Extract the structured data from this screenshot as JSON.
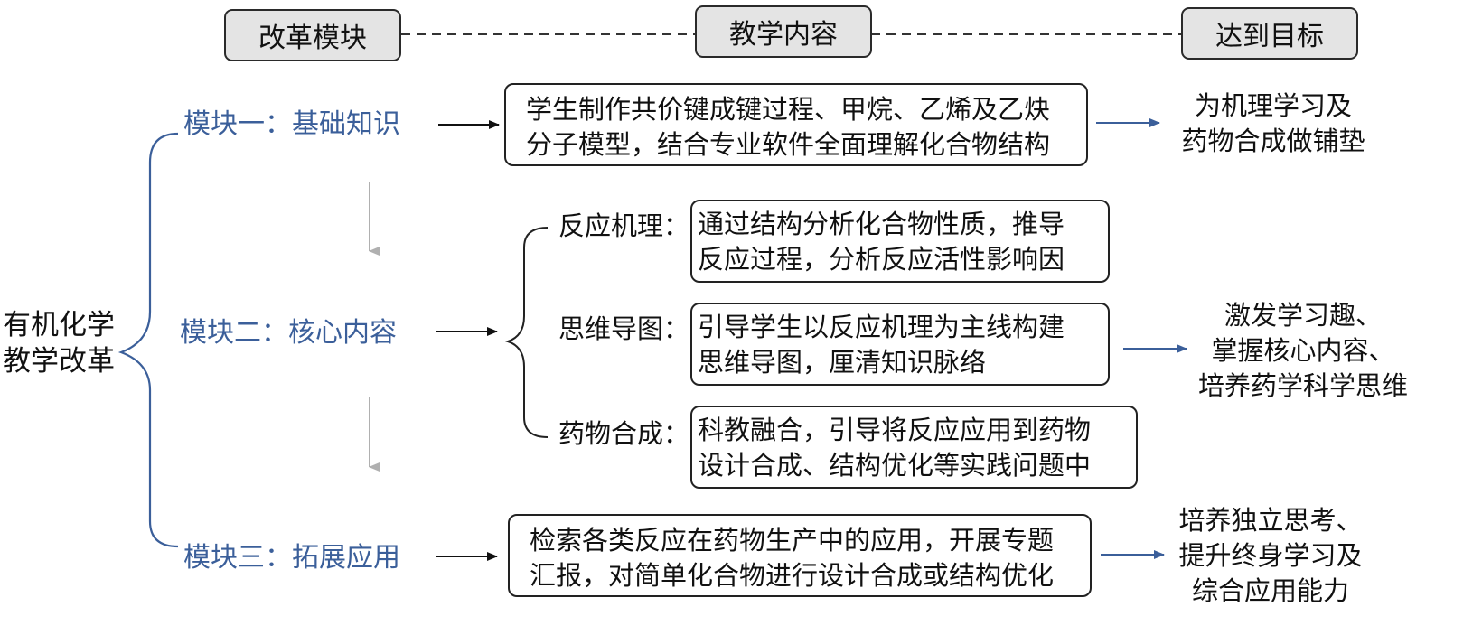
{
  "headers": {
    "module": "改革模块",
    "content": "教学内容",
    "goal": "达到目标"
  },
  "root": {
    "line1": "有机化学",
    "line2": "教学改革"
  },
  "modules": {
    "m1": "模块一：基础知识",
    "m2": "模块二：核心内容",
    "m3": "模块三：拓展应用"
  },
  "module1": {
    "content_line1": "学生制作共价键成键过程、甲烷、乙烯及乙炔",
    "content_line2": "分子模型，结合专业软件全面理解化合物结构",
    "goal_line1": "为机理学习及",
    "goal_line2": "药物合成做铺垫"
  },
  "module2": {
    "items": [
      {
        "label": "反应机理：",
        "line1": "通过结构分析化合物性质，推导",
        "line2": "反应过程，分析反应活性影响因"
      },
      {
        "label": "思维导图：",
        "line1": "引导学生以反应机理为主线构建",
        "line2": "思维导图，厘清知识脉络"
      },
      {
        "label": "药物合成：",
        "line1": "科教融合，引导将反应应用到药物",
        "line2": "设计合成、结构优化等实践问题中"
      }
    ],
    "goal_line1": "激发学习趣、",
    "goal_line2": "掌握核心内容、",
    "goal_line3": "培养药学科学思维"
  },
  "module3": {
    "content_line1": "检索各类反应在药物生产中的应用，开展专题",
    "content_line2": "汇报，对简单化合物进行设计合成或结构优化",
    "goal_line1": "培养独立思考、",
    "goal_line2": "提升终身学习及",
    "goal_line3": "综合应用能力"
  },
  "colors": {
    "module_text": "#3b5f9a",
    "blue_arrow": "#3b5f9a",
    "gray_arrow": "#b0b0b0",
    "header_fill": "#e4e4e4"
  }
}
